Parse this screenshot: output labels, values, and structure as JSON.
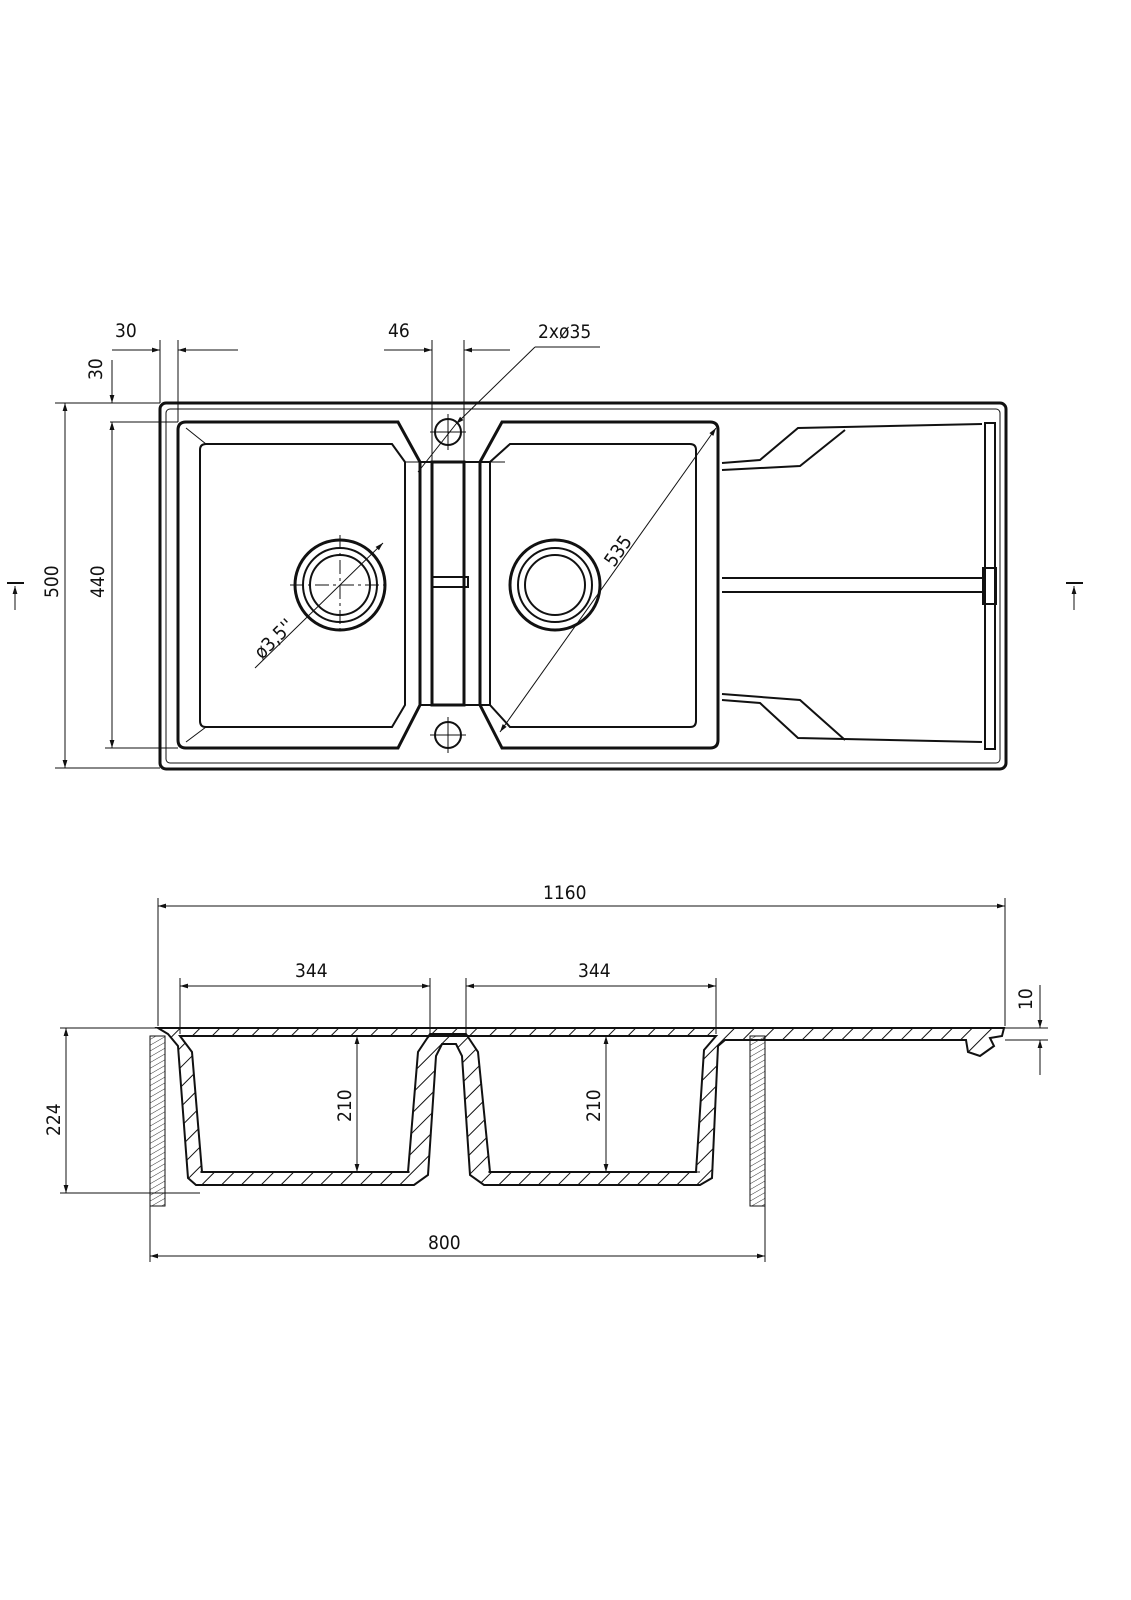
{
  "drawing": {
    "top_view": {
      "dim_rim_x": "30",
      "dim_rim_y": "30",
      "dim_center_strip": "46",
      "dim_tap_holes": "2xø35",
      "dim_total_depth": "500",
      "dim_bowl_depth": "440",
      "dim_drain": "ø3,5''",
      "dim_diagonal": "535"
    },
    "side_view": {
      "dim_total_width": "1160",
      "dim_bowl_left_width": "344",
      "dim_bowl_right_width": "344",
      "dim_rim_thickness": "10",
      "dim_total_height": "224",
      "dim_bowl_left_depth": "210",
      "dim_bowl_right_depth": "210",
      "dim_cabinet": "800"
    },
    "colors": {
      "line": "#111111",
      "background": "#ffffff"
    }
  }
}
